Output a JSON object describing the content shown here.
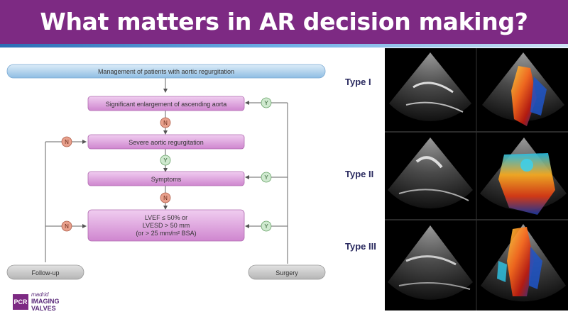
{
  "header": {
    "title": "What matters in AR decision making?"
  },
  "flowchart": {
    "top_node": "Management of patients with aortic regurgitation",
    "node_aorta": "Significant enlargement of ascending aorta",
    "node_severe_ar": "Severe aortic regurgitation",
    "node_symptoms": "Symptoms",
    "node_lv_line1": "LVEF ≤ 50% or",
    "node_lv_line2": "LVESD > 50 mm",
    "node_lv_line3": "(or > 25 mm/m² BSA)",
    "outcome_followup": "Follow-up",
    "outcome_surgery": "Surgery",
    "yes_label": "Y",
    "no_label": "N"
  },
  "echo_panel": {
    "types": [
      "Type I",
      "Type II",
      "Type III"
    ]
  },
  "logo": {
    "box_text": "PCR",
    "line1": "madrid",
    "line2": "IMAGING",
    "line3": "VALVES"
  },
  "colors": {
    "banner": "#7d2a83",
    "node_purple": "#d89ad8",
    "node_blue": "#a9cdea",
    "outcome_grey": "#c8c8c8",
    "badge_yes": "#cfe9cf",
    "badge_no": "#e8a08c",
    "type_label": "#2b2b60"
  }
}
